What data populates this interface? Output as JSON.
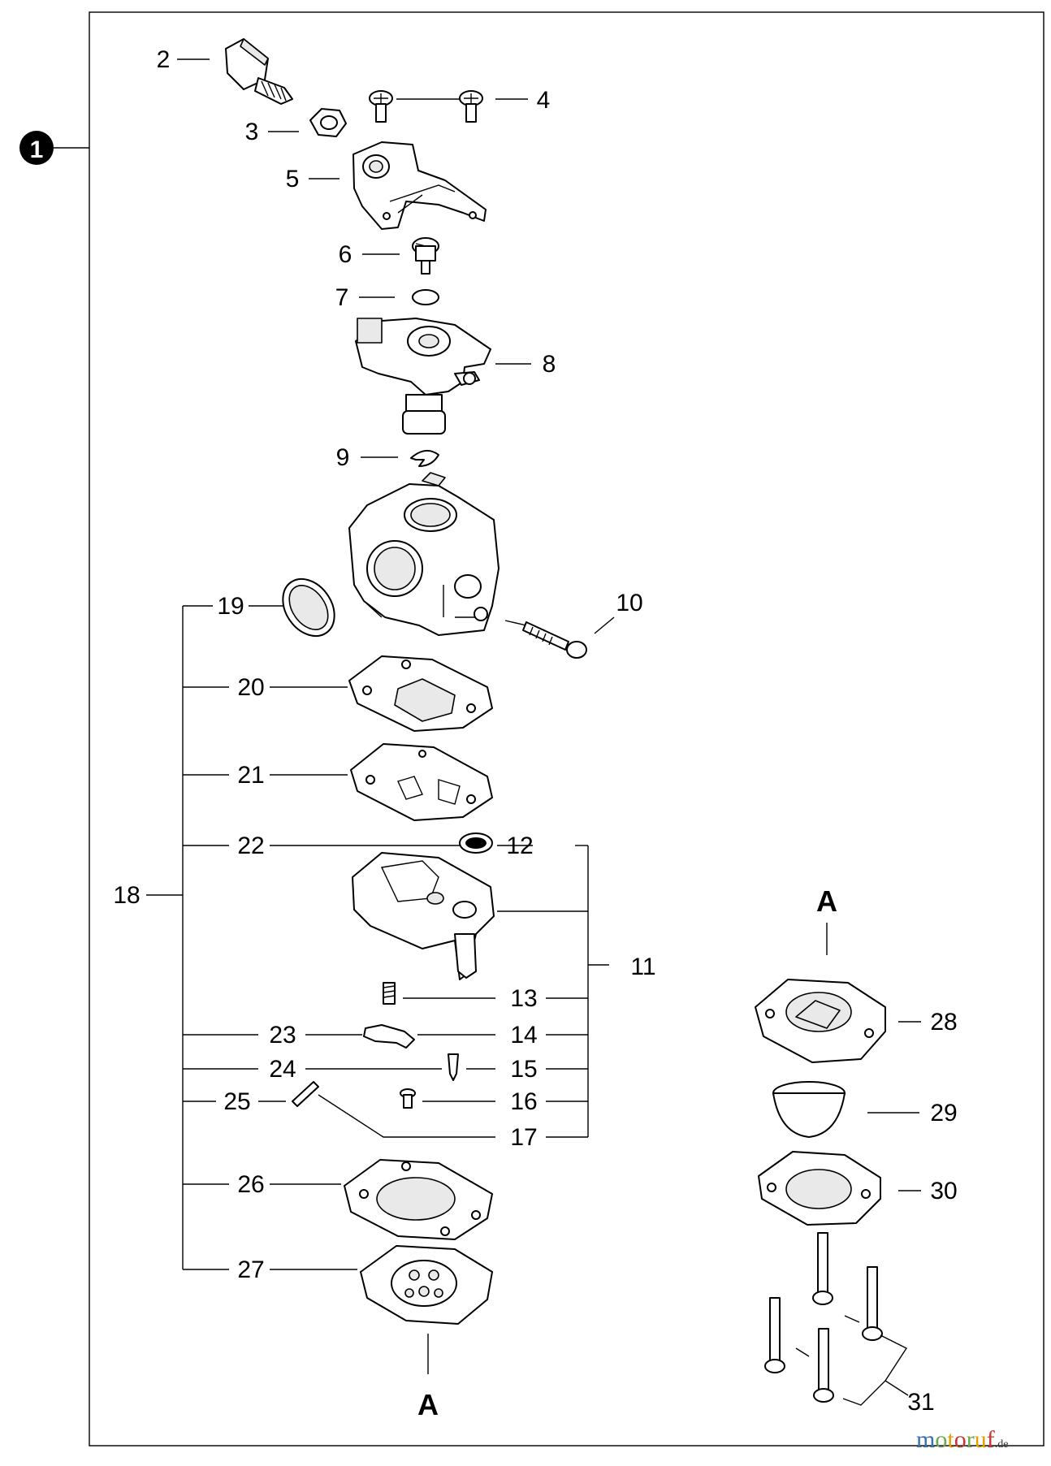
{
  "assembly": {
    "number": "1"
  },
  "view_marker": "A",
  "callouts": [
    "2",
    "3",
    "4",
    "5",
    "6",
    "7",
    "8",
    "9",
    "10",
    "11",
    "12",
    "13",
    "14",
    "15",
    "16",
    "17",
    "18",
    "19",
    "20",
    "21",
    "22",
    "23",
    "24",
    "25",
    "26",
    "27",
    "28",
    "29",
    "30",
    "31"
  ],
  "watermark": {
    "text": "motoruf",
    "tld": ".de"
  }
}
